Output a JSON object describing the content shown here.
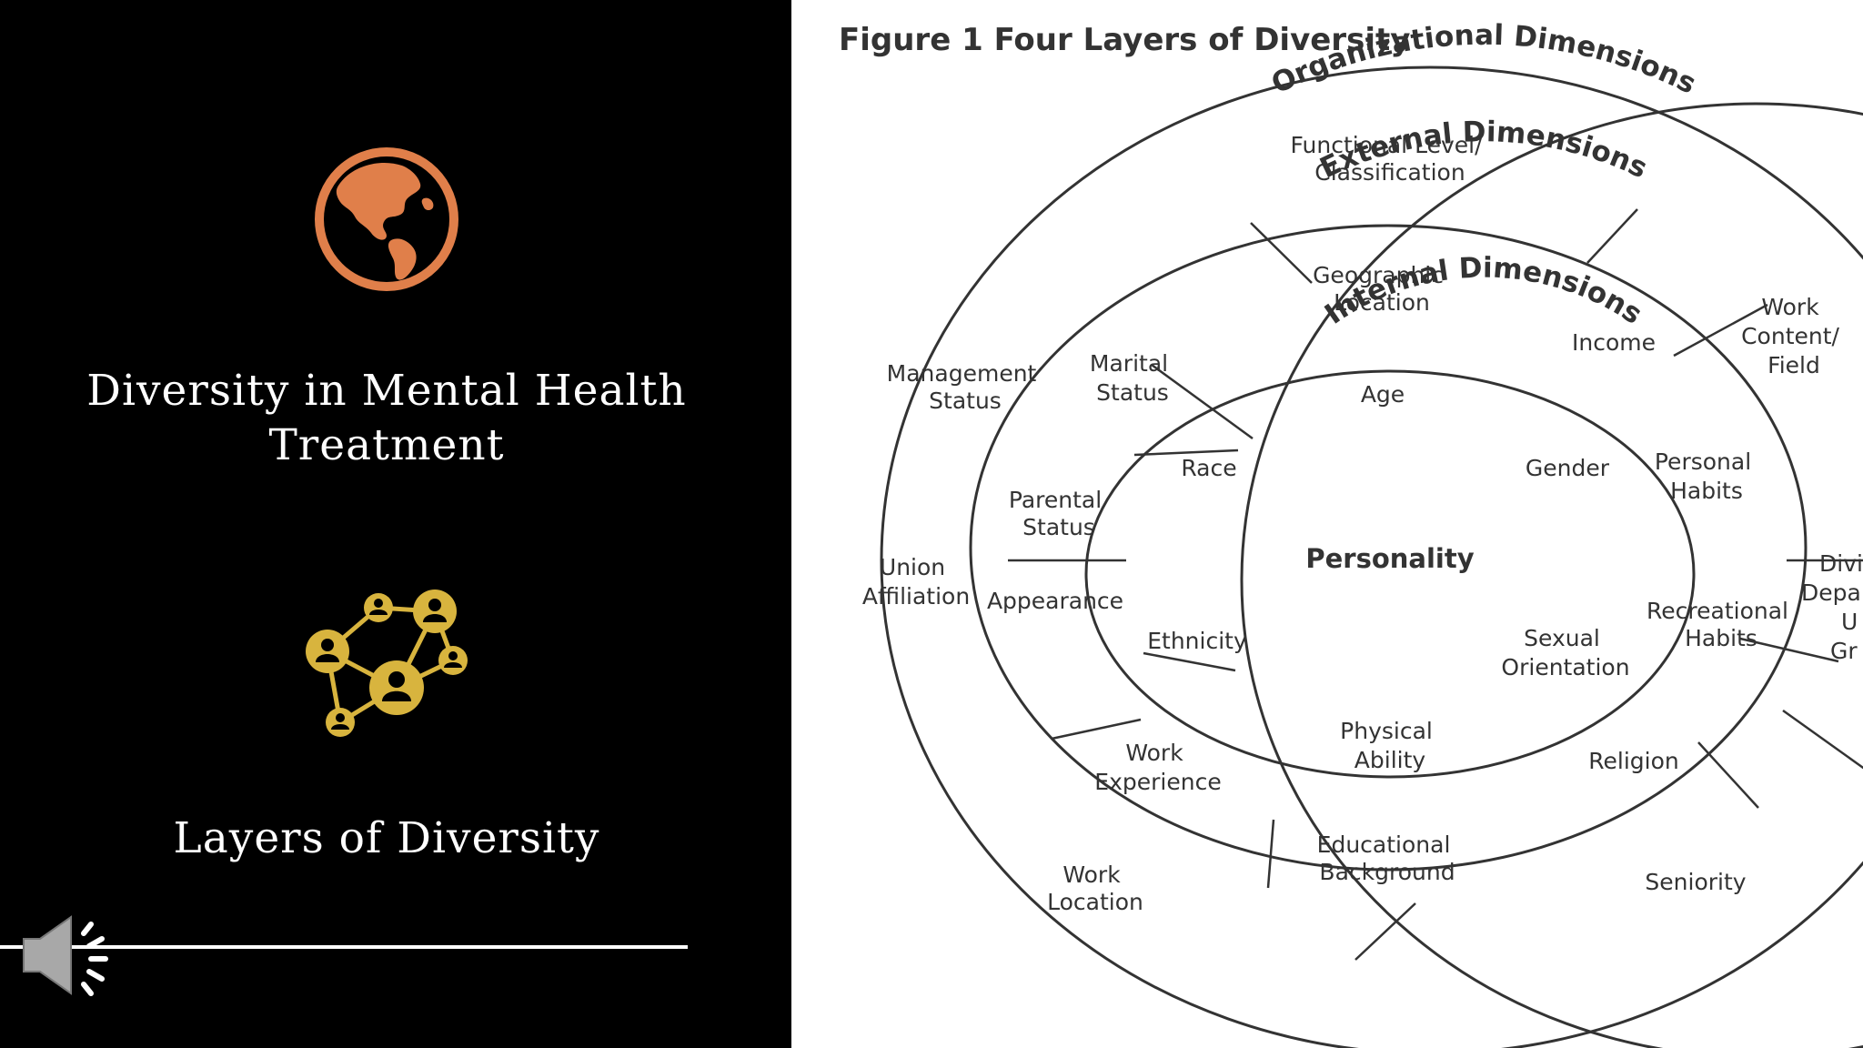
{
  "slide": {
    "title": "Diversity in Mental Health Treatment",
    "subtitle": "Layers of Diversity",
    "icons": [
      "globe-americas-icon",
      "network-people-icon",
      "speaker-icon"
    ],
    "colors": {
      "background": "#000000",
      "globe_icon": "#e07f4a",
      "network_icon": "#d8b43e",
      "text": "#ffffff"
    }
  },
  "figure": {
    "title": "Figure 1 Four Layers of Diversity",
    "layers": {
      "organizational": {
        "title": "Organizational Dimensions",
        "items": [
          [
            "Functional Level/",
            "Classification"
          ],
          [
            "Work",
            "Content/",
            "Field"
          ],
          [
            "Divi",
            "Depa",
            "U",
            "Gr"
          ],
          [
            "Seniority"
          ],
          [
            "Work",
            "Location"
          ],
          [
            "Union",
            "Affiliation"
          ],
          [
            "Management",
            "Status"
          ]
        ]
      },
      "external": {
        "title": "External Dimensions",
        "items": [
          [
            "Geographic",
            "Location"
          ],
          [
            "Income"
          ],
          [
            "Personal",
            "Habits"
          ],
          [
            "Recreational",
            "Habits"
          ],
          [
            "Religion"
          ],
          [
            "Educational",
            "Background"
          ],
          [
            "Work",
            "Experience"
          ],
          [
            "Appearance"
          ],
          [
            "Parental",
            "Status"
          ],
          [
            "Marital",
            "Status"
          ]
        ]
      },
      "internal": {
        "title": "Internal Dimensions",
        "items": [
          [
            "Age"
          ],
          [
            "Gender"
          ],
          [
            "Sexual",
            "Orientation"
          ],
          [
            "Physical",
            "Ability"
          ],
          [
            "Ethnicity"
          ],
          [
            "Race"
          ]
        ]
      },
      "core": {
        "title": "Personality"
      }
    }
  }
}
